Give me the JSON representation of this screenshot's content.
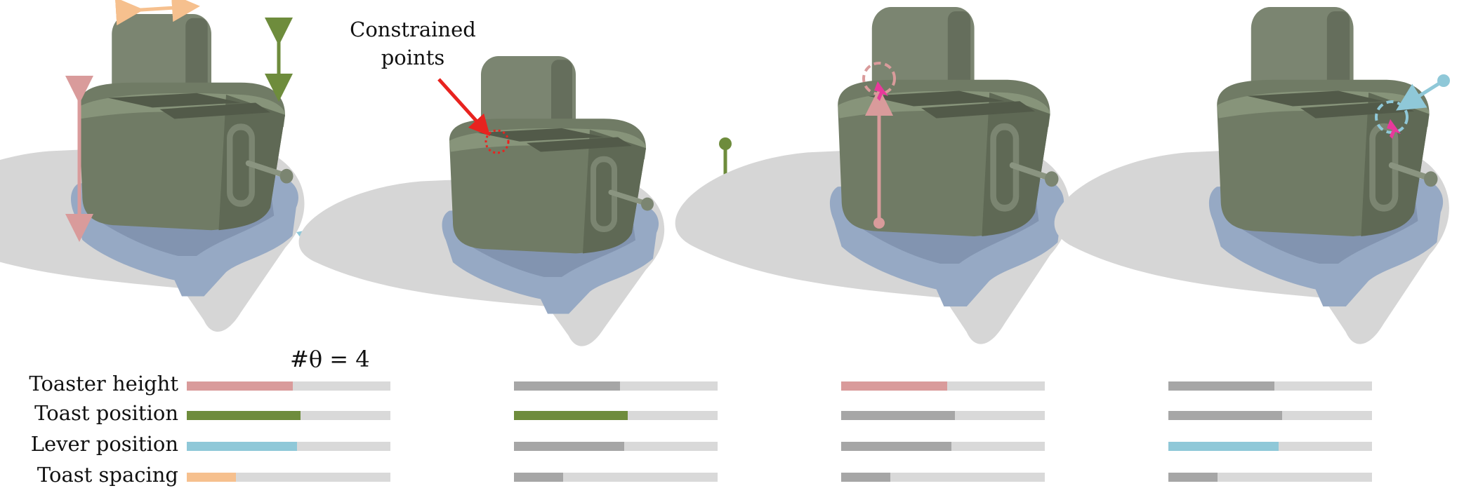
{
  "annotation": {
    "line1": "Constrained",
    "line2": "points"
  },
  "theta_label": "#θ = 4",
  "parameters": [
    {
      "key": "height",
      "label": "Toaster height",
      "color": "#d99b9b"
    },
    {
      "key": "toast",
      "label": "Toast position",
      "color": "#6e8c3c"
    },
    {
      "key": "lever",
      "label": "Lever position",
      "color": "#8fc8d8"
    },
    {
      "key": "spacing",
      "label": "Toast spacing",
      "color": "#f6c08e"
    }
  ],
  "inactive_color": "#a6a6a6",
  "panels": [
    {
      "values": [
        0.52,
        0.56,
        0.54,
        0.24
      ],
      "active": [
        "height",
        "toast",
        "lever",
        "spacing"
      ]
    },
    {
      "values": [
        0.52,
        0.56,
        0.54,
        0.24
      ],
      "active": [
        "toast"
      ]
    },
    {
      "values": [
        0.52,
        0.56,
        0.54,
        0.24
      ],
      "active": [
        "height"
      ]
    },
    {
      "values": [
        0.52,
        0.56,
        0.54,
        0.24
      ],
      "active": [
        "lever"
      ]
    }
  ]
}
